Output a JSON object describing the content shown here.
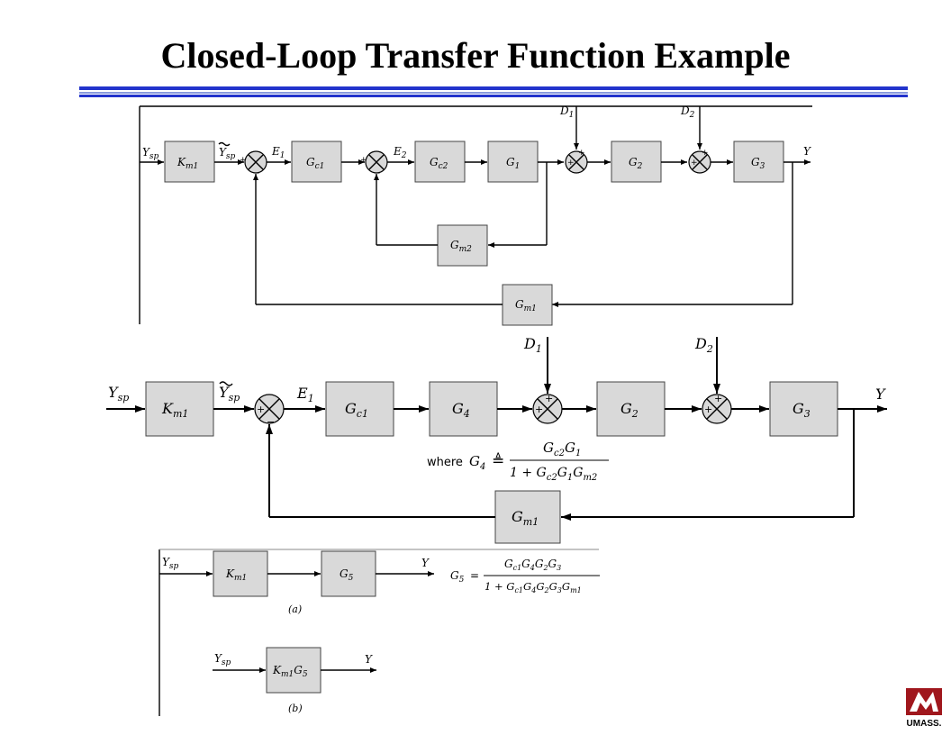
{
  "title": "Closed-Loop Transfer Function Example",
  "accent_colors": {
    "rule": "#2233cc",
    "block_fill": "#d9d9d9"
  },
  "diagram_top": {
    "Ysp": "Y",
    "Ysp_sub": "sp",
    "Km1": "K",
    "Km1_sub": "m1",
    "Ysp_tilde": "Y",
    "Ysp_tilde_sub": "sp",
    "E1": "E",
    "E1_sub": "1",
    "Gc1": "G",
    "Gc1_sub": "c1",
    "E2": "E",
    "E2_sub": "2",
    "Gc2": "G",
    "Gc2_sub": "c2",
    "G1": "G",
    "G1_sub": "1",
    "D1": "D",
    "D1_sub": "1",
    "G2": "G",
    "G2_sub": "2",
    "D2": "D",
    "D2_sub": "2",
    "G3": "G",
    "G3_sub": "3",
    "Y": "Y",
    "Gm2": "G",
    "Gm2_sub": "m2",
    "Gm1": "G",
    "Gm1_sub": "m1",
    "plus": "+",
    "minus": "−"
  },
  "diagram_middle": {
    "Ysp": "Y",
    "Ysp_sub": "sp",
    "Km1": "K",
    "Km1_sub": "m1",
    "Ysp_tilde": "Y",
    "Ysp_tilde_sub": "sp",
    "E1": "E",
    "E1_sub": "1",
    "Gc1": "G",
    "Gc1_sub": "c1",
    "G4": "G",
    "G4_sub": "4",
    "D1": "D",
    "D1_sub": "1",
    "G2": "G",
    "G2_sub": "2",
    "D2": "D",
    "D2_sub": "2",
    "G3": "G",
    "G3_sub": "3",
    "Y": "Y",
    "Gm1": "G",
    "Gm1_sub": "m1",
    "where": "where",
    "G4_def_lhs": "G",
    "G4_def_lhs_sub": "4",
    "defeq": "≜",
    "num": "G",
    "num_sub1": "c2",
    "num_b": "G",
    "num_sub2": "1",
    "den": "1 + G",
    "den_sub1": "c2",
    "den_b": "G",
    "den_sub2": "1",
    "den_c": "G",
    "den_sub3": "m2"
  },
  "diagram_a": {
    "Ysp": "Y",
    "Ysp_sub": "sp",
    "Km1": "K",
    "Km1_sub": "m1",
    "G5": "G",
    "G5_sub": "5",
    "Y": "Y",
    "G5_eq_lhs": "G",
    "G5_eq_lhs_sub": "5",
    "eq": "=",
    "num": "G",
    "num_s1": "c1",
    "num2": "G",
    "num_s2": "4",
    "num3": "G",
    "num_s3": "2",
    "num4": "G",
    "num_s4": "3",
    "den": "1 + G",
    "den_s1": "c1",
    "den2": "G",
    "den_s2": "4",
    "den3": "G",
    "den_s3": "2",
    "den4": "G",
    "den_s4": "3",
    "den5": "G",
    "den_s5": "m1",
    "caption": "(a)"
  },
  "diagram_b": {
    "Ysp": "Y",
    "Ysp_sub": "sp",
    "block": "K",
    "block_sub": "m1",
    "block_b": "G",
    "block_sub2": "5",
    "Y": "Y",
    "caption": "(b)"
  },
  "logo_text": "UMASS."
}
